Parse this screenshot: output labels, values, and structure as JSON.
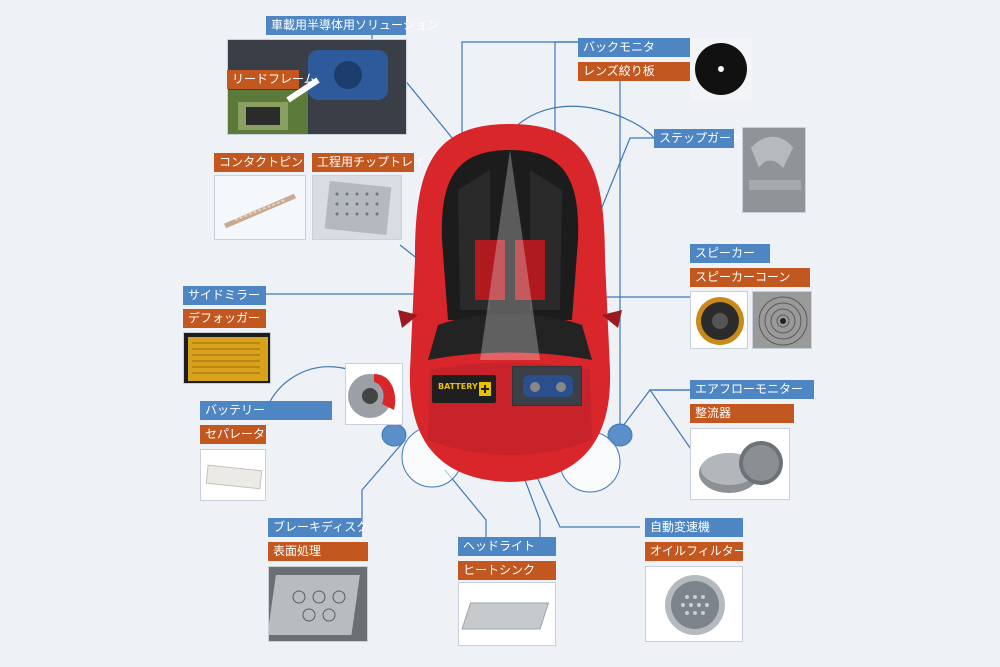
{
  "labels": {
    "semiconductor": "車載用半導体用ソリューション",
    "lead_frame": "リードフレーム",
    "contact_pin": "コンタクトピン",
    "chip_tray": "工程用チップトレイ",
    "back_monitor": "バックモニタ",
    "lens_aperture": "レンズ絞り板",
    "step_guard": "ステップガード",
    "speaker": "スピーカー",
    "speaker_cone": "スピーカーコーン",
    "side_mirror": "サイドミラー",
    "defogger": "デフォッガー",
    "battery": "バッテリー",
    "separator": "セパレータ",
    "airflow_monitor": "エアフローモニター",
    "rectifier": "整流器",
    "brake_disc": "ブレーキディスク",
    "surface_treatment": "表面処理",
    "headlight": "ヘッドライト",
    "heat_sink": "ヒートシンク",
    "transmission": "自動変速機",
    "oil_filter": "オイルフィルター"
  },
  "battery_badge": "BATTERY",
  "colors": {
    "blue_label": "#4d86c2",
    "orange_label": "#c2571f",
    "car_body": "#d8262b",
    "connector": "#3d78b8",
    "background": "#eef2f7"
  }
}
